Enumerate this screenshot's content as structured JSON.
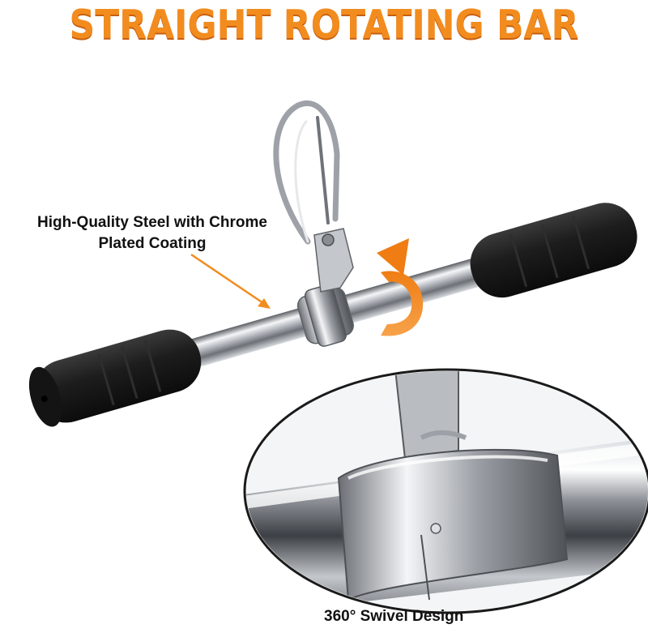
{
  "title": "STRAIGHT ROTATING BAR",
  "callouts": {
    "steel_line1": "High-Quality Steel with Chrome",
    "steel_line2": "Plated Coating",
    "swivel": "360° Swivel Design"
  },
  "colors": {
    "accent": "#f28c1e",
    "grip": "#1b1b1b",
    "chrome": "#c9ccd1"
  }
}
